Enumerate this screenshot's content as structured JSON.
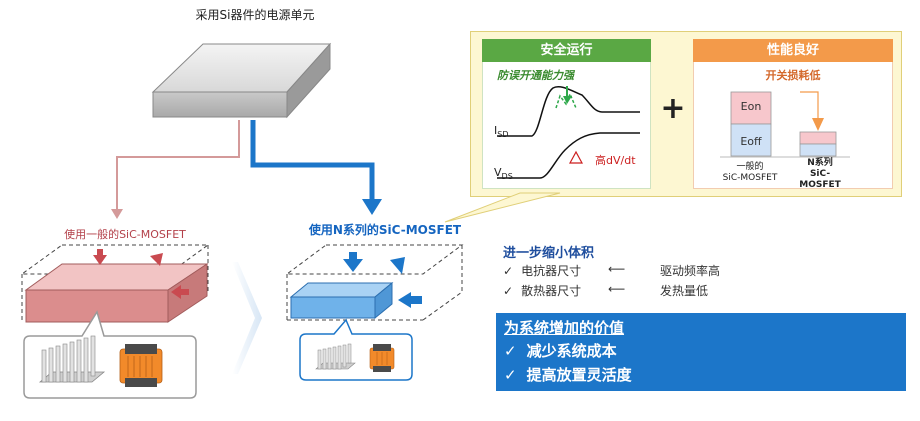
{
  "top_unit": {
    "label": "采用Si器件的电源单元"
  },
  "left_unit": {
    "label": "使用一般的SiC-MOSFET"
  },
  "mid_unit": {
    "label": "使用N系列的SiC-MOSFET"
  },
  "safe_card": {
    "title": "安全运行",
    "subtitle": "防误开通能力强",
    "isd_label": "I",
    "isd_sub": "SD",
    "vds_label": "V",
    "vds_sub": "DS",
    "dvdt_label": "高dV/dt"
  },
  "plus_sign": "+",
  "perf_card": {
    "title": "性能良好",
    "subtitle": "开关损耗低",
    "eon": "Eon",
    "eoff": "Eoff",
    "general_label_1": "一般的",
    "general_label_2": "SiC-MOSFET",
    "n_label_1": "N系列",
    "n_label_2": "SiC-",
    "n_label_3": "MOSFET"
  },
  "benefits": {
    "title": "进一步缩小体积",
    "items": [
      {
        "check": "✓",
        "name": "电抗器尺寸",
        "arrow": "⟵",
        "reason": "驱动频率高"
      },
      {
        "check": "✓",
        "name": "散热器尺寸",
        "arrow": "⟵",
        "reason": "发热量低"
      }
    ]
  },
  "value_box": {
    "title": "为系统增加的价值",
    "items": [
      {
        "check": "✓",
        "text": "减少系统成本"
      },
      {
        "check": "✓",
        "text": "提高放置灵活度"
      }
    ]
  },
  "colors": {
    "blue": "#1c76c9",
    "red": "#c94a50",
    "green": "#5aa844",
    "orange": "#f39a4a"
  }
}
